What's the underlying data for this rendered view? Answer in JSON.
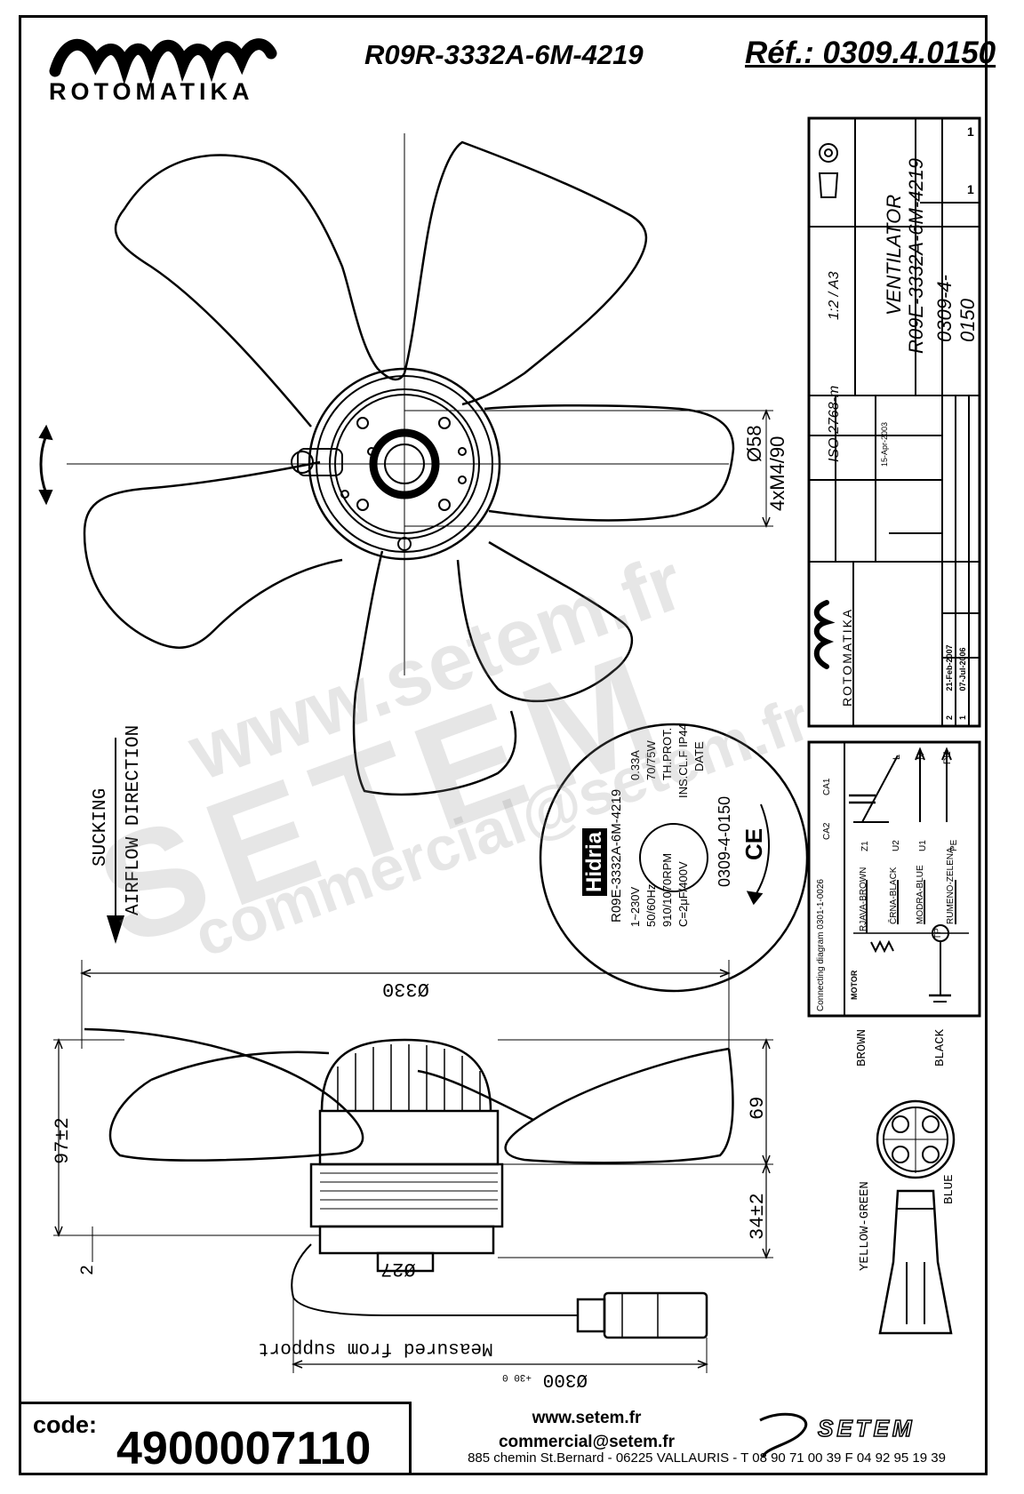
{
  "header": {
    "brand": "ROTOMATIKA",
    "model": "R09R-3332A-6M-4219",
    "reference": "Réf.: 0309.4.0150"
  },
  "title_block": {
    "title": "VENTILATOR",
    "subtitle": "R09E-3332A-6M-4219",
    "code": "0309-4-0150",
    "scale": "1:2 / A3",
    "standard": "ISO 2768-m",
    "brand": "ROTOMATIKA",
    "list": "1",
    "sheet": "1",
    "rev_rows": [
      {
        "rev": "2",
        "date": "21-Feb-2007"
      },
      {
        "rev": "1",
        "date": "07-Jul-2006"
      }
    ],
    "made_date": "15-Apr-2003"
  },
  "top_view": {
    "dim_hub": "Ø58",
    "dim_thread": "4xM4/90"
  },
  "airflow": {
    "line1": "SUCKING",
    "line2": "AIRFLOW DIRECTION"
  },
  "label": {
    "brand": "Hidria",
    "model": "R09E-3332A-6M-4219",
    "current": "0.33A",
    "voltage": "1~230V",
    "power": "70/75W",
    "freq": "50/60Hz",
    "protection": "TH.PROT.",
    "rpm": "910/1070RPM",
    "insulation": "INS.CL.F IP44",
    "capacitor": "C=2μF/400V",
    "date": "DATE",
    "code": "0309-4-0150",
    "ce": "CE"
  },
  "wiring": {
    "title": "Connecting diagram 0301-1-0026",
    "motor": "MOTOR",
    "wires": [
      "RJAVA-BROWN",
      "ČRNA-BLACK",
      "MODRA-BLUE",
      "RUMENO-ZELENA"
    ],
    "terminals": [
      "Z1",
      "U2",
      "U1",
      "PE"
    ],
    "lines": [
      "L",
      "N",
      "PE"
    ],
    "caps": [
      "CA1",
      "CA2"
    ],
    "tp": "TP"
  },
  "connector": {
    "brown": "BROWN",
    "black": "BLACK",
    "blue": "BLUE",
    "yellow_green": "YELLOW-GREEN"
  },
  "side_view": {
    "dim_diameter": "Ø330",
    "dim_height": "97±2",
    "dim_69": "69",
    "dim_34": "34±2",
    "dim_2": "2",
    "dim_27": "Ø27",
    "cable_length": "Ø300",
    "cable_tol": "+30 0",
    "cable_note": "Measured from support"
  },
  "footer": {
    "code_label": "code:",
    "code_value": "4900007110",
    "web": "www.setem.fr",
    "email": "commercial@setem.fr",
    "address": "885 chemin St.Bernard  -  06225 VALLAURIS  -  T 08 90 71 00 39   F 04 92 95 19 39",
    "logo": "SETEM"
  },
  "watermark": {
    "url1": "www.setem.fr",
    "big": "SETEM",
    "url2": "commercial@setem.fr"
  },
  "colors": {
    "line": "#000000",
    "watermark": "#8c8c8c"
  }
}
